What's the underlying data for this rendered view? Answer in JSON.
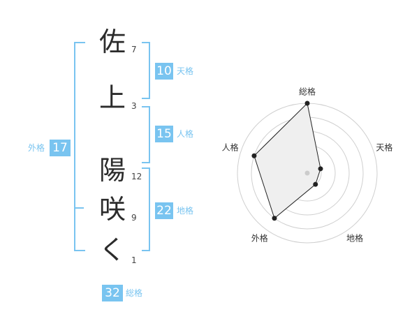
{
  "characters": [
    {
      "char": "佐",
      "strokes": "7"
    },
    {
      "char": "上",
      "strokes": "3"
    },
    {
      "char": "陽",
      "strokes": "12"
    },
    {
      "char": "咲",
      "strokes": "9"
    },
    {
      "char": "く",
      "strokes": "1"
    }
  ],
  "tenkaku": {
    "value": "10",
    "label": "天格"
  },
  "jinkaku": {
    "value": "15",
    "label": "人格"
  },
  "chikaku": {
    "value": "22",
    "label": "地格"
  },
  "gaikaku": {
    "value": "17",
    "label": "外格"
  },
  "soukaku": {
    "value": "32",
    "label": "総格"
  },
  "chart_data": {
    "type": "radar",
    "axes": [
      "総格",
      "天格",
      "地格",
      "外格",
      "人格"
    ],
    "values": [
      5,
      1,
      1,
      4,
      4
    ],
    "range": [
      0,
      5
    ],
    "grid": true
  }
}
